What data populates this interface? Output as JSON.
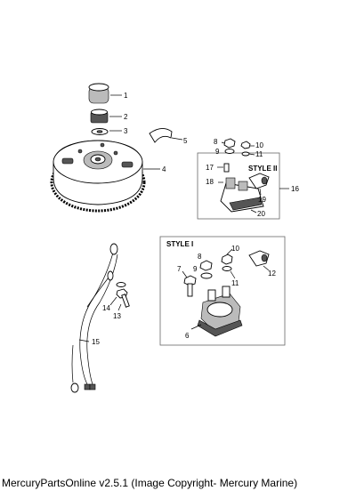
{
  "callouts": {
    "c1": "1",
    "c2": "2",
    "c3": "3",
    "c4": "4",
    "c5": "5",
    "c6": "6",
    "c7": "7",
    "c8a": "8",
    "c8b": "8",
    "c9a": "9",
    "c9b": "9",
    "c10a": "10",
    "c10b": "10",
    "c11a": "11",
    "c11b": "11",
    "c12": "12",
    "c13": "13",
    "c14": "14",
    "c15": "15",
    "c16": "16",
    "c17": "17",
    "c18": "18",
    "c19": "19",
    "c20": "20"
  },
  "style_labels": {
    "style_one": "STYLE I",
    "style_two": "STYLE II"
  },
  "footer": {
    "text": "MercuryPartsOnline v2.5.1 (Image Copyright- Mercury Marine)"
  }
}
